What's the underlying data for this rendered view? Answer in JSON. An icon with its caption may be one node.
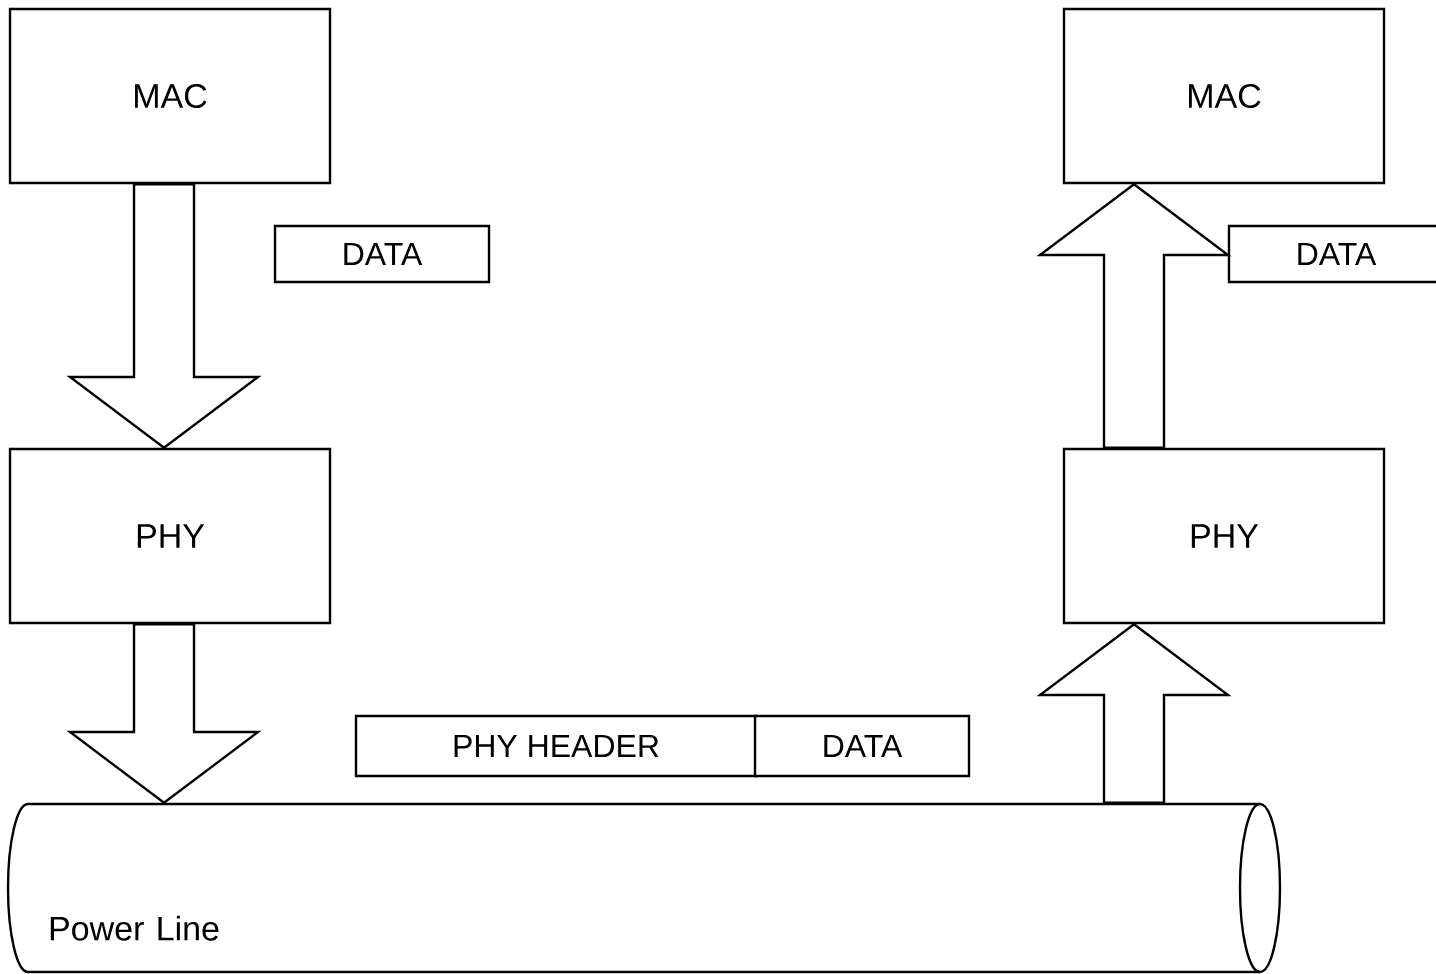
{
  "diagram": {
    "nodes": [
      {
        "text": [
          "MAC"
        ]
      },
      {
        "text": [
          "MAC"
        ]
      },
      {
        "text": [
          "DATA"
        ]
      },
      {
        "text": [
          "DATA"
        ]
      },
      {
        "text": [
          "PHY"
        ]
      },
      {
        "text": [
          "PHY"
        ]
      },
      {
        "text": [
          "PHY HEADER"
        ]
      },
      {
        "text": [
          "DATA"
        ]
      },
      {
        "text": [
          "Power Line"
        ]
      }
    ],
    "edges": [
      {
        "from": 0,
        "to": 4,
        "arrow": "to"
      },
      {
        "from": 4,
        "to": 8,
        "arrow": "to"
      },
      {
        "from": 8,
        "to": 5,
        "arrow": "to"
      },
      {
        "from": 5,
        "to": 1,
        "arrow": "to"
      }
    ]
  }
}
